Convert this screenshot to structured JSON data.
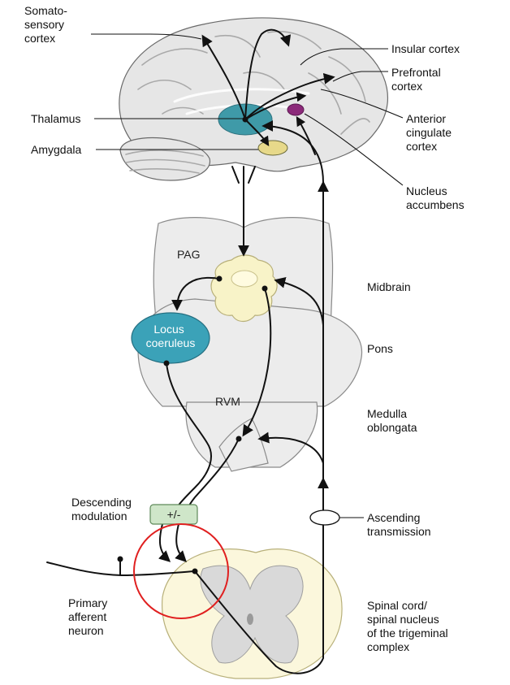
{
  "labels": {
    "somatosensory": [
      "Somato-",
      "sensory",
      "cortex"
    ],
    "thalamus": "Thalamus",
    "amygdala": "Amygdala",
    "insular": "Insular cortex",
    "prefrontal": [
      "Prefrontal",
      "cortex"
    ],
    "anterior_cingulate": [
      "Anterior",
      "cingulate",
      "cortex"
    ],
    "nucleus_accumbens": [
      "Nucleus",
      "accumbens"
    ],
    "pag": "PAG",
    "midbrain": "Midbrain",
    "locus_coeruleus": [
      "Locus",
      "coeruleus"
    ],
    "pons": "Pons",
    "rvm": "RVM",
    "medulla": [
      "Medulla",
      "oblongata"
    ],
    "descending": [
      "Descending",
      "modulation"
    ],
    "modulation_box": "+/-",
    "ascending": [
      "Ascending",
      "transmission"
    ],
    "primary_afferent": [
      "Primary",
      "afferent",
      "neuron"
    ],
    "spinal_cord": [
      "Spinal cord/",
      "spinal nucleus",
      "of the trigeminal",
      "complex"
    ]
  },
  "colors": {
    "thalamus": "#3f9aa8",
    "locus_coeruleus": "#3ba2b8",
    "nucleus_accumbens": "#8c2a7a",
    "amygdala": "#e7d98a",
    "pag": "#f8f3c8",
    "modulation_box": "#cfe6c9",
    "highlight_circle": "#e02020",
    "spinal_cord": "#fbf7dc"
  }
}
